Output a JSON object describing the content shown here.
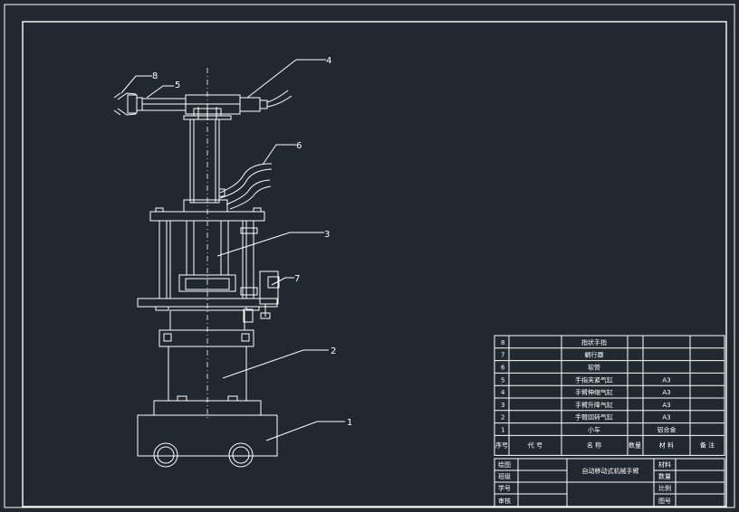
{
  "colors": {
    "background": "#212830",
    "line": "#ffffff"
  },
  "callouts": [
    {
      "label": "8"
    },
    {
      "label": "5"
    },
    {
      "label": "4"
    },
    {
      "label": "6"
    },
    {
      "label": "3"
    },
    {
      "label": "7"
    },
    {
      "label": "2"
    },
    {
      "label": "1"
    }
  ],
  "bom": {
    "rows": [
      {
        "no": "8",
        "name": "指状手指",
        "material": ""
      },
      {
        "no": "7",
        "name": "蜗行器",
        "material": ""
      },
      {
        "no": "6",
        "name": "软管",
        "material": ""
      },
      {
        "no": "5",
        "name": "手指夹紧气缸",
        "material": "A3"
      },
      {
        "no": "4",
        "name": "手臂伸缩气缸",
        "material": "A3"
      },
      {
        "no": "3",
        "name": "手臂升降气缸",
        "material": "A3"
      },
      {
        "no": "2",
        "name": "手臂回转气缸",
        "material": "A3"
      },
      {
        "no": "1",
        "name": "小车",
        "material": "铝合金"
      }
    ],
    "header": {
      "no": "序号",
      "code": "代 号",
      "name": "名 称",
      "qty": "数量",
      "material": "材 料",
      "remark": "备 注"
    }
  },
  "title_block": {
    "left_labels": [
      "绘图",
      "班级",
      "学号",
      "审核"
    ],
    "title": "自动移动式机械手臂",
    "right_labels": [
      "材料",
      "数量",
      "比例",
      "图号"
    ]
  }
}
